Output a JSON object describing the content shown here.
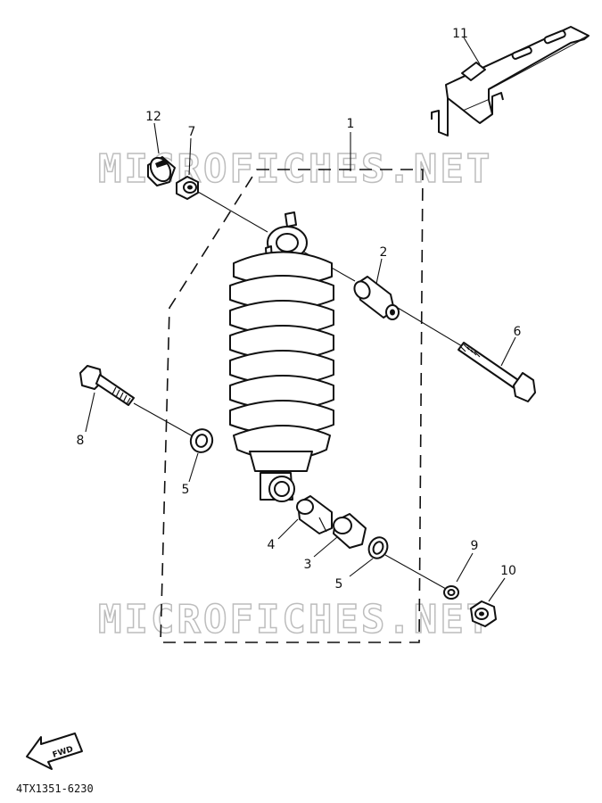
{
  "watermark": "MICROFICHES.NET",
  "fwd_label": "FWD",
  "diagram_code": "4TX1351-6230",
  "part_numbers": {
    "p1": "1",
    "p2": "2",
    "p3": "3",
    "p4": "4",
    "p5a": "5",
    "p5b": "5",
    "p6": "6",
    "p7": "7",
    "p8": "8",
    "p9": "9",
    "p10": "10",
    "p11": "11",
    "p12": "12"
  }
}
